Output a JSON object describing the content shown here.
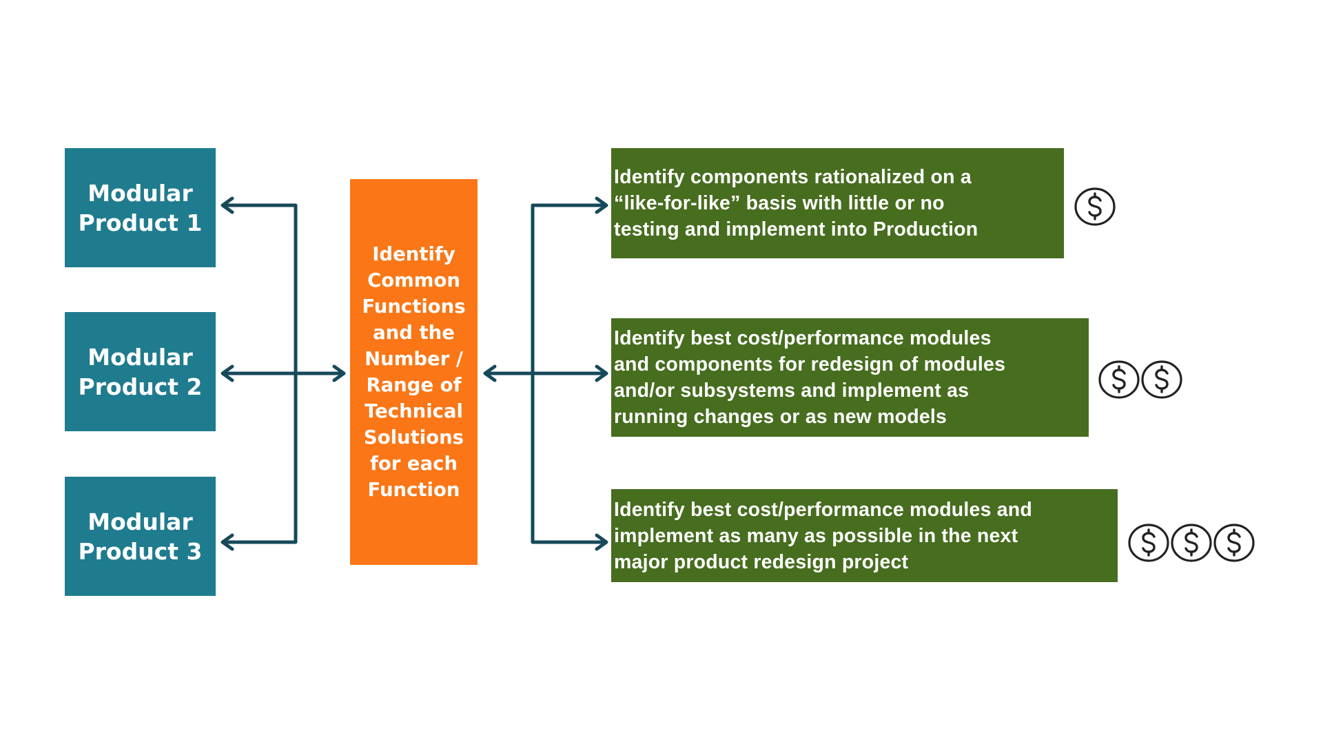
{
  "products": [
    {
      "label": "Modular\nProduct 1"
    },
    {
      "label": "Modular\nProduct 2"
    },
    {
      "label": "Modular\nProduct 3"
    }
  ],
  "center": {
    "label": "Identify\nCommon\nFunctions\nand the\nNumber /\nRange of\nTechnical\nSolutions\nfor each\nFunction"
  },
  "outcomes": [
    {
      "label": "Identify components rationalized on a\n“like-for-like” basis with little or no\ntesting and implement into Production",
      "cost_level": 1
    },
    {
      "label": "Identify best cost/performance modules\nand components for redesign of modules\nand/or subsystems and implement as\nrunning changes or as new models",
      "cost_level": 2
    },
    {
      "label": "Identify best cost/performance modules and\nimplement as many as possible in the next\nmajor product redesign project",
      "cost_level": 3
    }
  ],
  "icons": {
    "cost": "dollar-coin-icon"
  },
  "colors": {
    "product": "#1f7b8e",
    "center": "#fa7616",
    "outcome": "#476d1f",
    "connector": "#16495a",
    "coin": "#222222"
  }
}
